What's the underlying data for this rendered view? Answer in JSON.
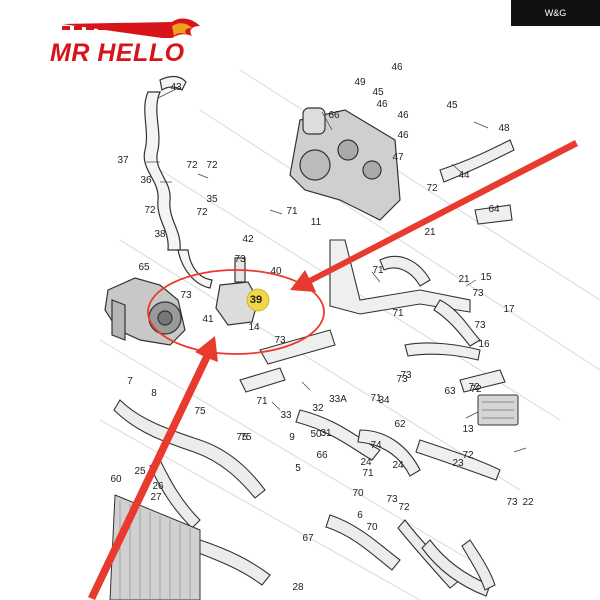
{
  "logo": {
    "text": "MR HELLO",
    "color": "#d8141b"
  },
  "brand": {
    "text": "W&G",
    "background": "#111111"
  },
  "highlight": {
    "part": "39",
    "marker_color": "#f2d54a",
    "callout_color": "#e83a2e"
  },
  "part_labels": [
    "43",
    "37",
    "36",
    "72",
    "72",
    "35",
    "72",
    "72",
    "38",
    "65",
    "73",
    "41",
    "42",
    "73",
    "40",
    "39",
    "14",
    "73",
    "71",
    "11",
    "66",
    "49",
    "45",
    "46",
    "46",
    "45",
    "48",
    "46",
    "46",
    "47",
    "72",
    "44",
    "64",
    "21",
    "21",
    "71",
    "71",
    "72",
    "73",
    "17",
    "16",
    "15",
    "13",
    "7",
    "8",
    "75",
    "75",
    "5",
    "9",
    "25",
    "26",
    "27",
    "28",
    "60",
    "67",
    "50",
    "71",
    "33",
    "32",
    "33A",
    "31",
    "74",
    "62",
    "73",
    "24",
    "23",
    "73",
    "22",
    "72",
    "63",
    "71",
    "24",
    "6",
    "73",
    "72",
    "75",
    "72",
    "73",
    "70",
    "71",
    "70",
    "34",
    "73",
    "66"
  ]
}
